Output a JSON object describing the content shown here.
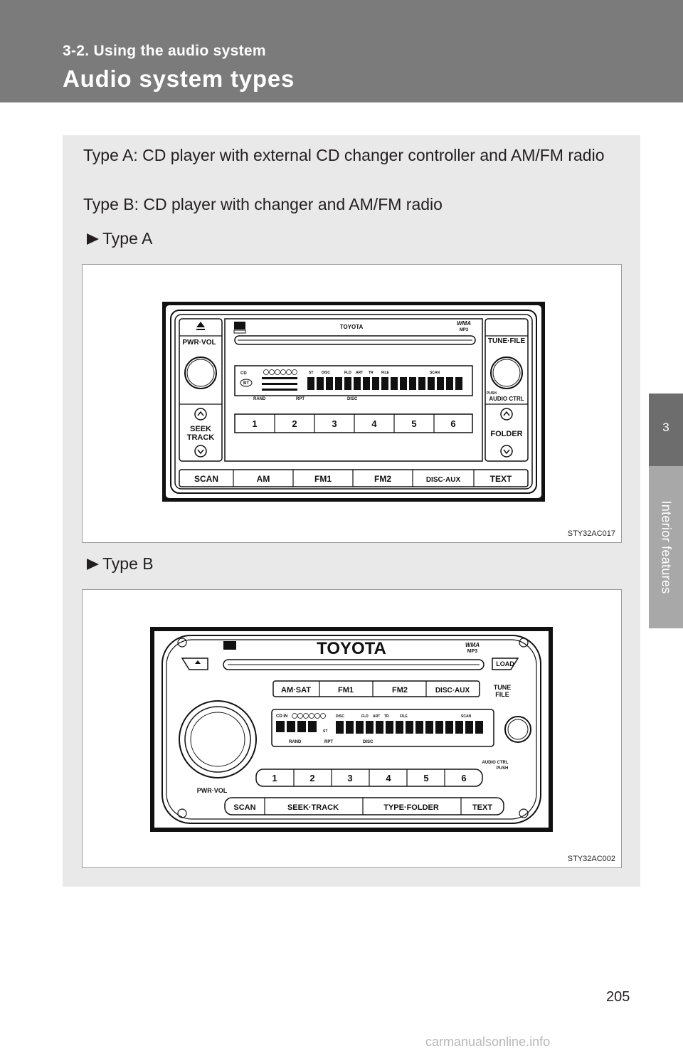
{
  "header": {
    "section": "3-2. Using the audio system",
    "title": "Audio system types"
  },
  "side_tab": {
    "chapter": "3",
    "label": "Interior features"
  },
  "intro": {
    "line1": "Type A: CD player with external CD changer controller and AM/FM radio",
    "line2": "Type B: CD player with changer and AM/FM radio"
  },
  "type_a": {
    "heading": "Type A",
    "figure_code": "STY32AC017",
    "brand": "TOYOTA",
    "wma": "WMA",
    "mp3": "MP3",
    "pwr_vol": "PWR·VOL",
    "tune_file": "TUNE·FILE",
    "push": "PUSH",
    "audio_ctrl": "AUDIO CTRL",
    "seek": "SEEK",
    "track": "TRACK",
    "folder": "FOLDER",
    "presets": [
      "1",
      "2",
      "3",
      "4",
      "5",
      "6"
    ],
    "bottom": [
      "SCAN",
      "AM",
      "FM1",
      "FM2",
      "DISC·AUX",
      "TEXT"
    ],
    "disp_st": "ST",
    "disp_disc": "DISC",
    "disp_fld": "FLD",
    "disp_art": "ART",
    "disp_tr": "TR",
    "disp_file": "FILE",
    "disp_scan": "SCAN",
    "disp_bt": "BT",
    "disp_rand": "RAND",
    "disp_rpt": "RPT",
    "disp_cd": "CD"
  },
  "type_b": {
    "heading": "Type B",
    "figure_code": "STY32AC002",
    "brand": "TOYOTA",
    "wma": "WMA",
    "mp3": "MP3",
    "load": "LOAD",
    "band": [
      "AM·SAT",
      "FM1",
      "FM2",
      "DISC·AUX"
    ],
    "tune": "TUNE",
    "file": "FILE",
    "audio_ctrl": "AUDIO CTRL",
    "push": "PUSH",
    "pwr_vol": "PWR·VOL",
    "presets": [
      "1",
      "2",
      "3",
      "4",
      "5",
      "6"
    ],
    "bottom": [
      "SCAN",
      "SEEK·TRACK",
      "TYPE·FOLDER",
      "TEXT"
    ],
    "disp_cd_in": "CD IN",
    "disp_disc": "DISC",
    "disp_fld": "FLD",
    "disp_art": "ART",
    "disp_tr": "TR",
    "disp_file": "FILE",
    "disp_scan": "SCAN",
    "disp_st": "ST",
    "disp_rand": "RAND",
    "disp_rpt": "RPT"
  },
  "page_number": "205",
  "watermark": "carmanualsonline.info"
}
